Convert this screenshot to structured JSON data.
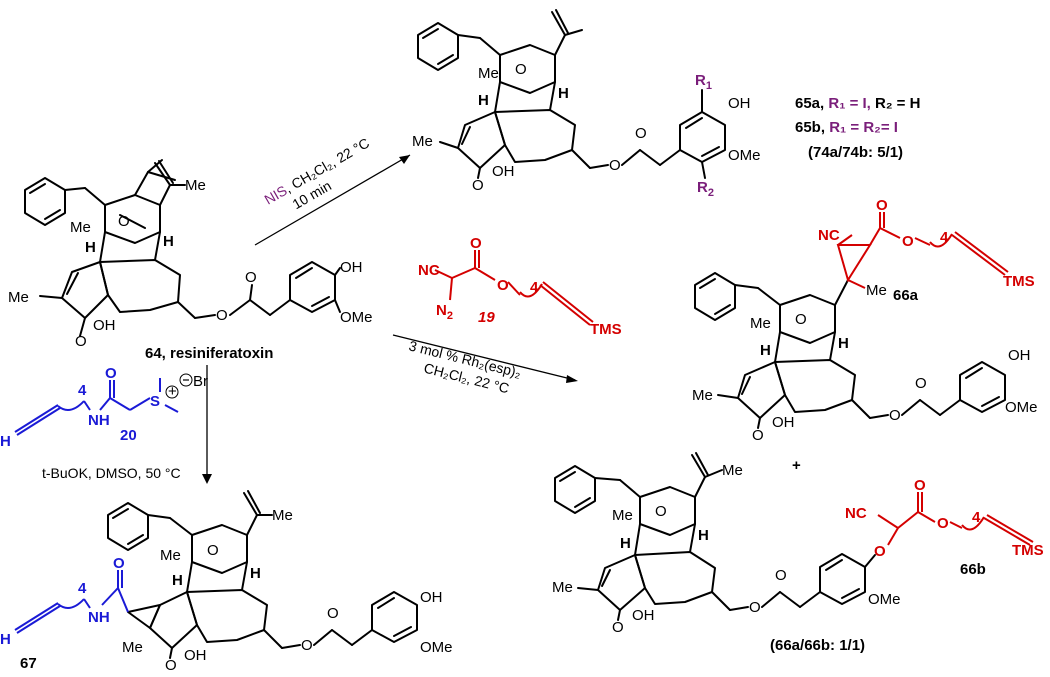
{
  "compounds": {
    "c64": "64, resiniferatoxin",
    "c65a_label": "65a,",
    "c65a_sub": "R₁ = I,",
    "c65a_r2": "R₂ = H",
    "c65b_label": "65b,",
    "c65b_sub": "R₁ = R₂= I",
    "c65_ratio": "(74a/74b: 5/1)",
    "c66a": "66a",
    "c66b": "66b",
    "c66_ratio": "(66a/66b: 1/1)",
    "c67": "67",
    "c19": "19",
    "c20": "20"
  },
  "conditions": {
    "nis_reagent": "NIS",
    "nis_rest": ", CH₂Cl₂, 22 °C",
    "nis_time": "10 min",
    "rh_line1": "3 mol % Rh₂(esp)₂",
    "rh_line2": "CH₂Cl₂, 22 °C",
    "base_line": "t-BuOK, DMSO, 50 °C"
  },
  "atom_labels": {
    "me": "Me",
    "h": "H",
    "oh": "OH",
    "ome": "OMe",
    "o": "O",
    "nc": "NC",
    "n2": "N",
    "tms": "TMS",
    "nh": "N",
    "s": "S",
    "br": "Br",
    "r1": "R",
    "r2": "R",
    "four": "4",
    "plus": "+"
  }
}
